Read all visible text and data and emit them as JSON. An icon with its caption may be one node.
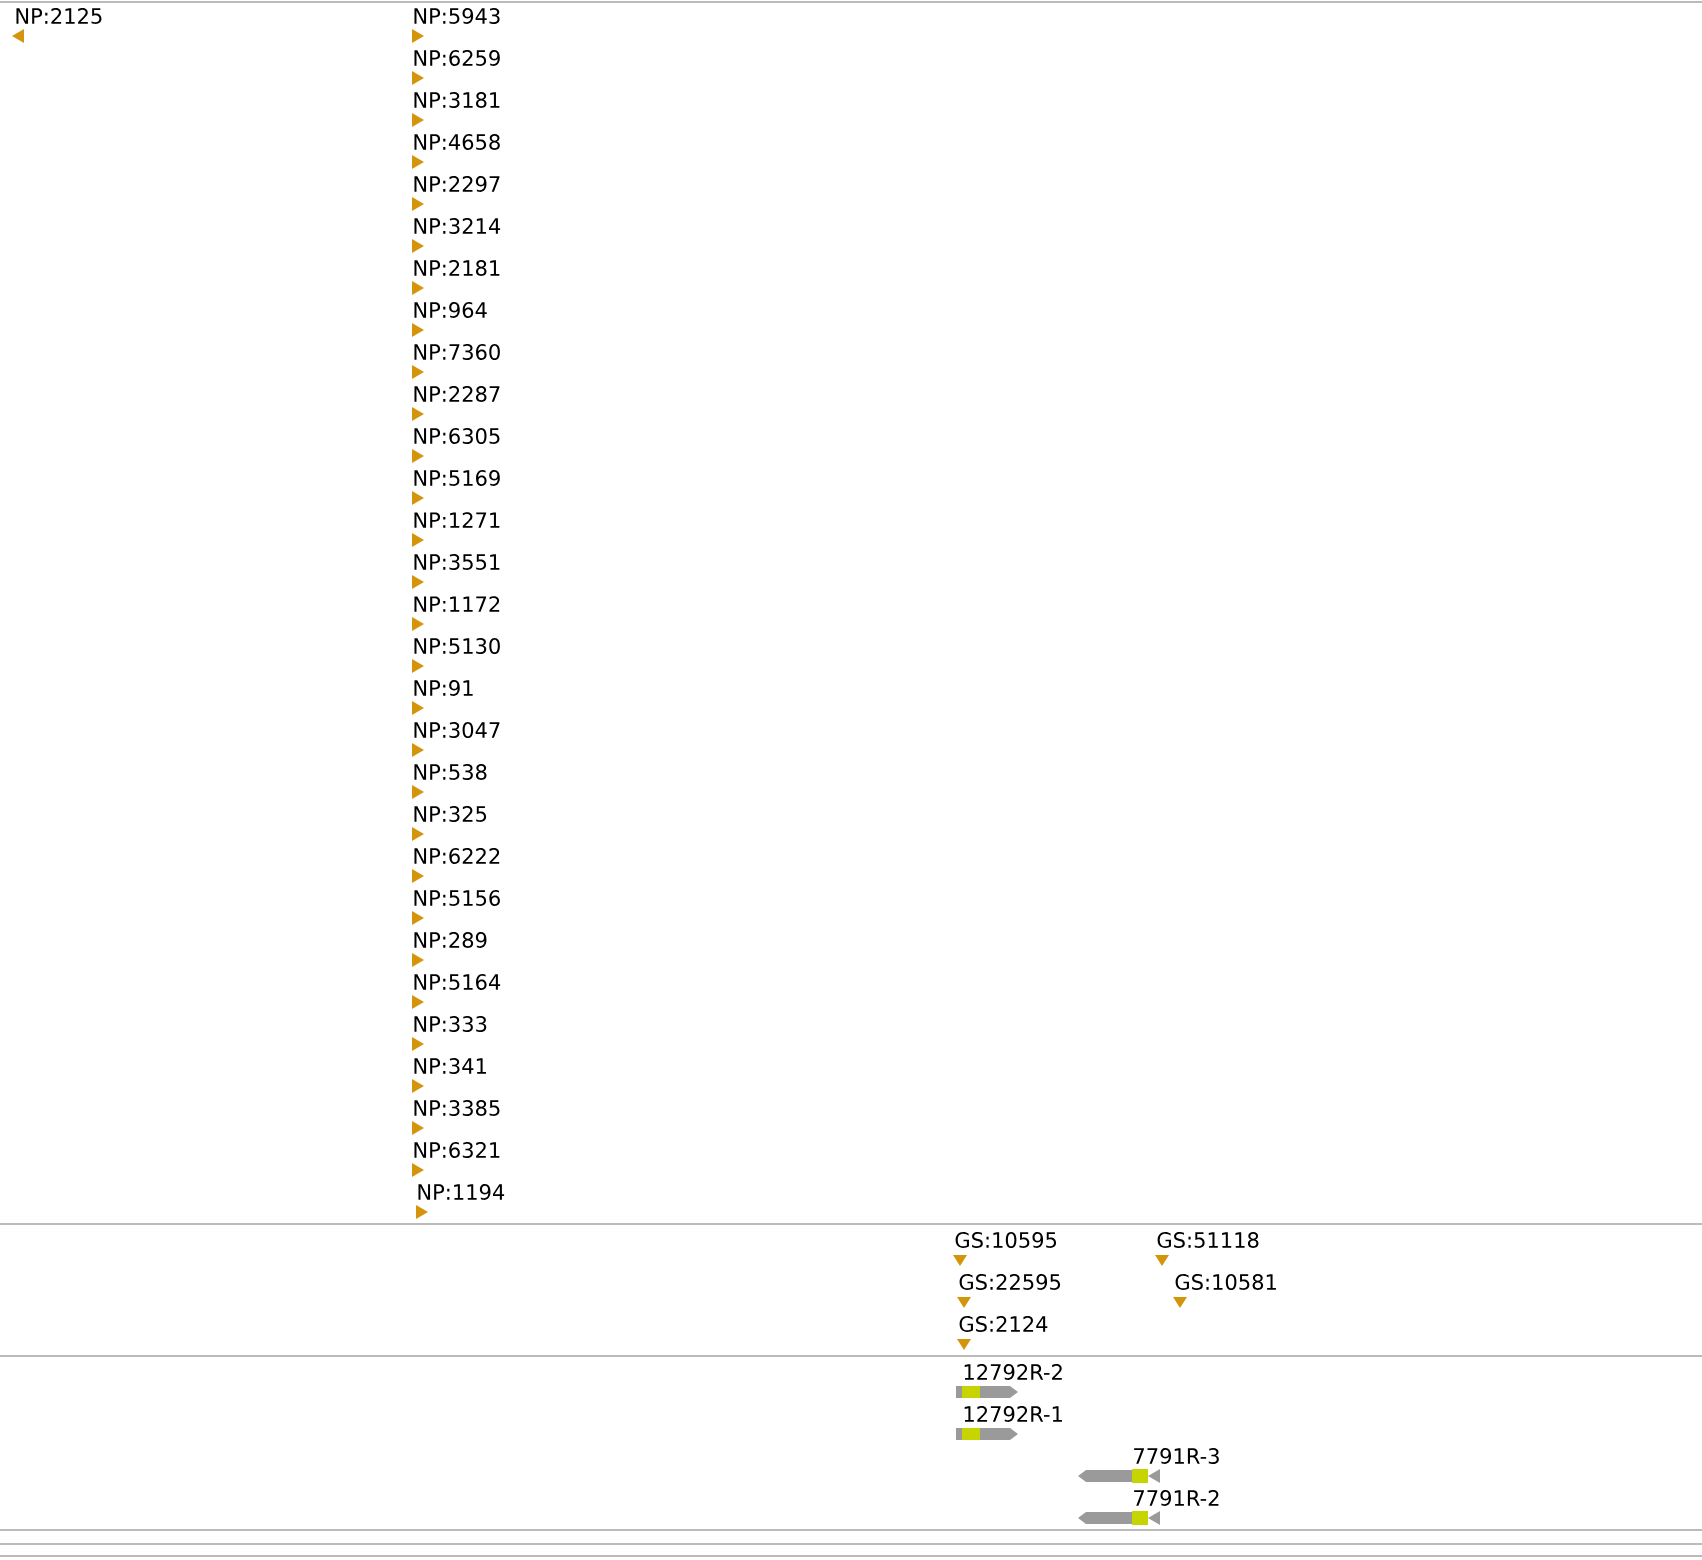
{
  "diagram": {
    "labels": [
      "NP:2125",
      "NP:5943",
      "NP:6259",
      "NP:3181",
      "NP:4658",
      "NP:2297",
      "NP:3214",
      "NP:2181",
      "NP:964",
      "NP:7360",
      "NP:2287",
      "NP:6305",
      "NP:5169",
      "NP:1271",
      "NP:3551",
      "NP:1172",
      "NP:5130",
      "NP:91",
      "NP:3047",
      "NP:538",
      "NP:325",
      "NP:6222",
      "NP:5156",
      "NP:289",
      "NP:5164",
      "NP:333",
      "NP:341",
      "NP:3385",
      "NP:6321",
      "NP:1194",
      "GS:10595",
      "GS:51118",
      "GS:22595",
      "GS:10581",
      "GS:2124",
      "12792R-2",
      "12792R-1",
      "7791R-3",
      "7791R-2"
    ]
  }
}
